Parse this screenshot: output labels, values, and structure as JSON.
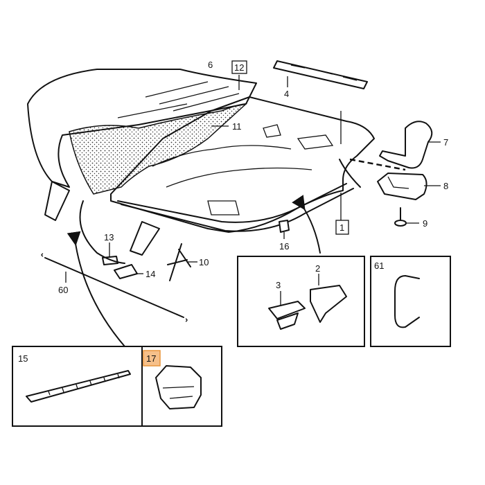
{
  "labels": {
    "p1": "1",
    "p2": "2",
    "p3": "3",
    "p4": "4",
    "p6": "6",
    "p7": "7",
    "p8": "8",
    "p9": "9",
    "p10": "10",
    "p11": "11",
    "p12": "12",
    "p13": "13",
    "p14": "14",
    "p15": "15",
    "p16": "16",
    "p17": "17",
    "p60": "60",
    "p61": "61"
  },
  "colors": {
    "line": "#111111",
    "highlight": "#f6c08a"
  }
}
